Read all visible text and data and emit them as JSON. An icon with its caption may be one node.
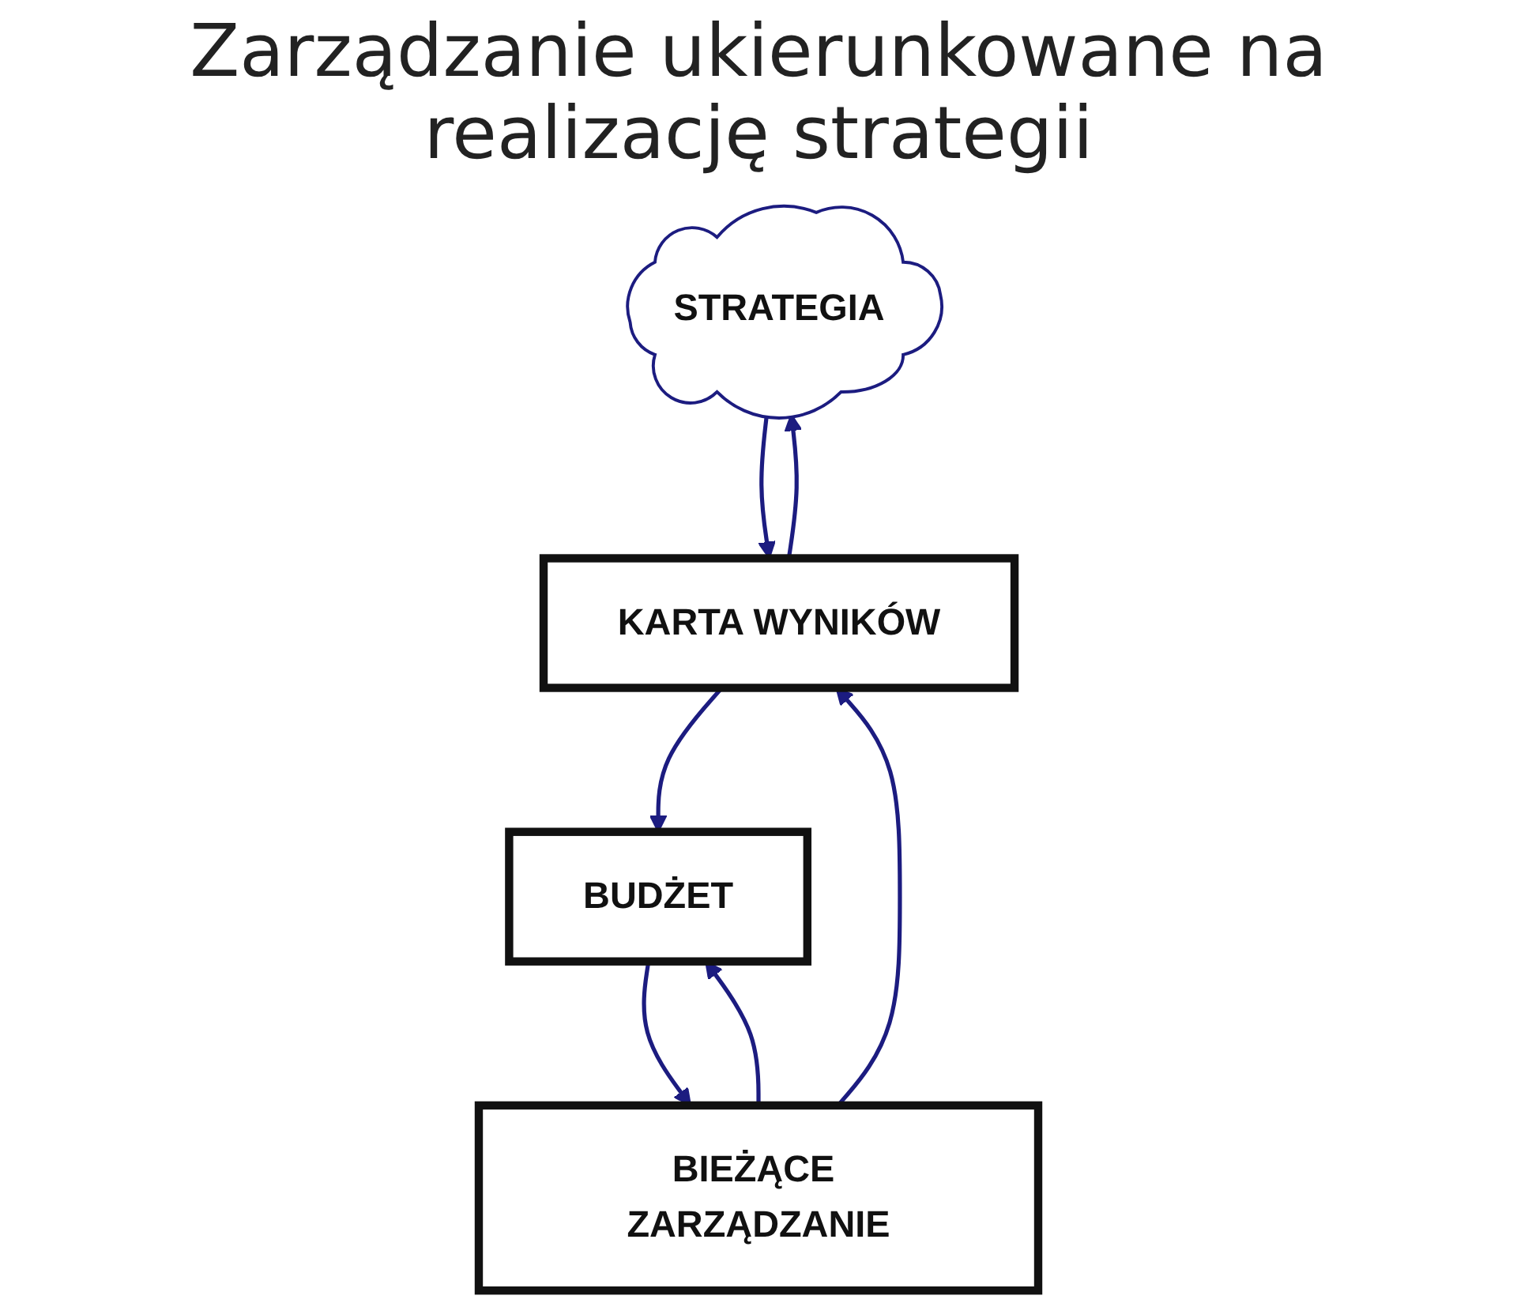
{
  "diagram": {
    "title": "Zarządzanie ukierunkowane na realizację strategii",
    "nodes": [
      {
        "text": [
          "STRATEGIA"
        ]
      },
      {
        "text": [
          "KARTA WYNIKÓW"
        ]
      },
      {
        "text": [
          "BUDŻET"
        ]
      },
      {
        "text": [
          "BIEŻĄCE ZARZĄDZANIE"
        ]
      }
    ],
    "edges": [
      {
        "from": 0,
        "to": 1,
        "arrow": "to"
      },
      {
        "from": 1,
        "to": 2,
        "arrow": "to"
      },
      {
        "from": 2,
        "to": 3,
        "arrow": "to"
      },
      {
        "from": 3,
        "to": 2,
        "arrow": "to"
      },
      {
        "from": 3,
        "to": 1,
        "arrow": "to"
      },
      {
        "from": 1,
        "to": 0,
        "arrow": "to"
      }
    ]
  }
}
